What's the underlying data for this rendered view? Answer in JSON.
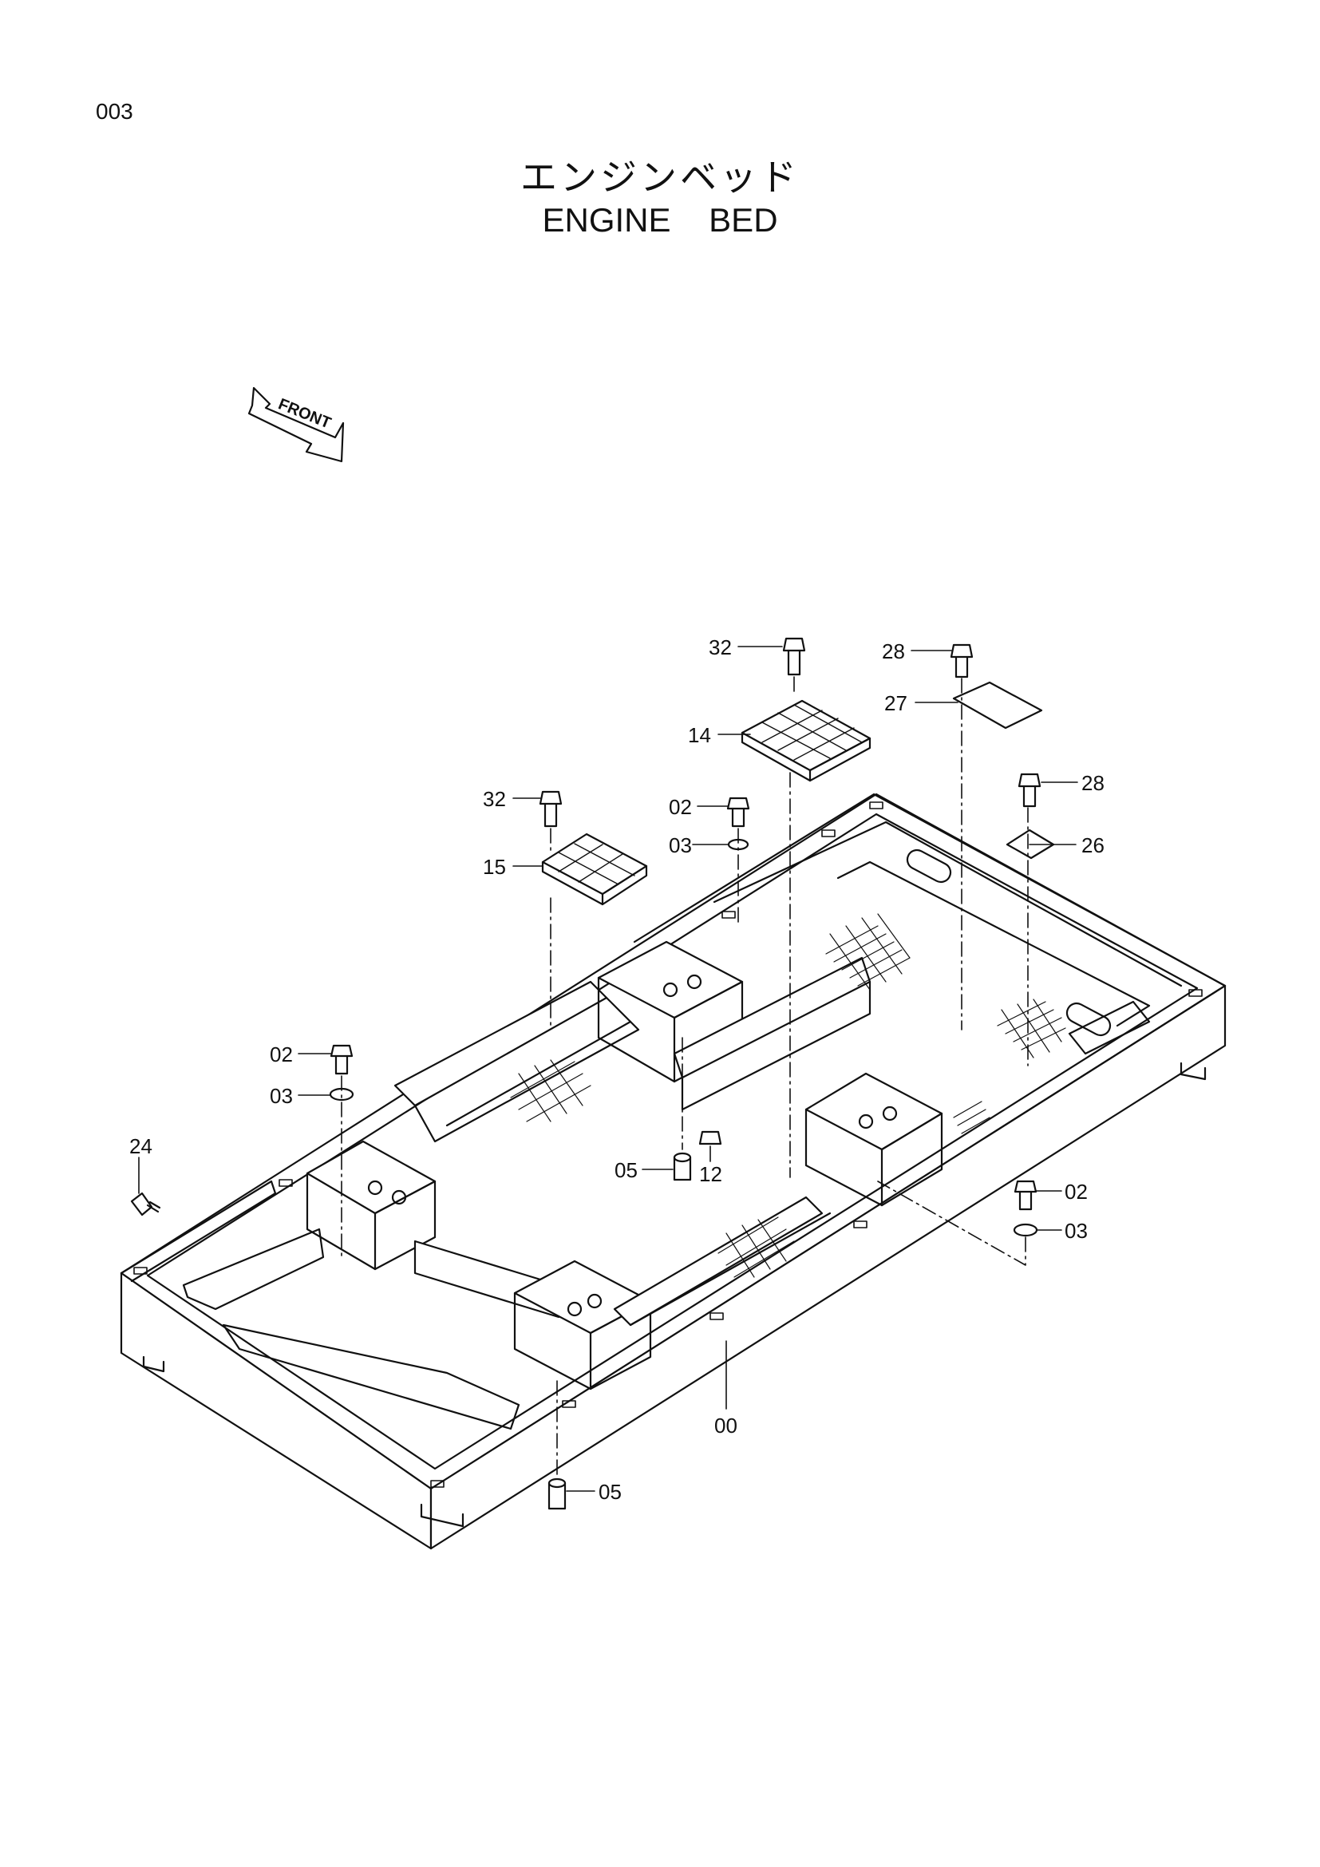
{
  "page_number": "003",
  "title_japanese": "エンジンベッド",
  "title_english": "ENGINE  BED",
  "front_arrow_label": "FRONT",
  "callouts": {
    "c32a": "32",
    "c28a": "28",
    "c27": "27",
    "c14": "14",
    "c32b": "32",
    "c02a": "02",
    "c03a": "03",
    "c15": "15",
    "c28b": "28",
    "c26": "26",
    "c02b": "02",
    "c03b": "03",
    "c24": "24",
    "c05a": "05",
    "c12": "12",
    "c02c": "02",
    "c03c": "03",
    "c00": "00",
    "c05b": "05"
  },
  "line_color": "#111111"
}
